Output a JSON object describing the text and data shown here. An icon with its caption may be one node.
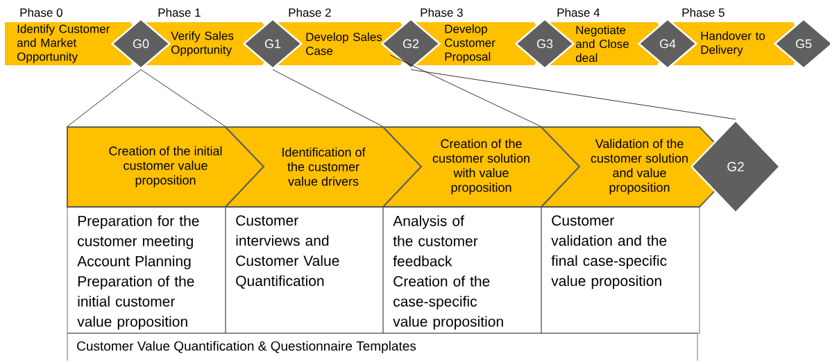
{
  "diagram": {
    "nodes": [
      {
        "text": [
          "Phase 0",
          "Identify Customer and Market Opportunity"
        ]
      },
      {
        "text": [
          "G0"
        ]
      },
      {
        "text": [
          "Phase 1",
          "Verify Sales Opportunity"
        ]
      },
      {
        "text": [
          "G1"
        ]
      },
      {
        "text": [
          "Phase 2",
          "Develop Sales Case"
        ]
      },
      {
        "text": [
          "G2"
        ]
      },
      {
        "text": [
          "Phase 3",
          "Develop Customer Proposal"
        ]
      },
      {
        "text": [
          "G3"
        ]
      },
      {
        "text": [
          "Phase 4",
          "Negotiate and Close deal"
        ]
      },
      {
        "text": [
          "G4"
        ]
      },
      {
        "text": [
          "Phase 5",
          "Handover to Delivery"
        ]
      },
      {
        "text": [
          "G5"
        ]
      },
      {
        "text": [
          "Creation of the initial customer value proposition"
        ]
      },
      {
        "text": [
          "Identification of the customer value drivers"
        ]
      },
      {
        "text": [
          "Creation of the customer solution with value proposition"
        ]
      },
      {
        "text": [
          "Validation of the customer solution and value proposition"
        ]
      },
      {
        "text": [
          "G2"
        ]
      },
      {
        "text": [
          "Preparation for the customer meeting",
          "Account Planning",
          "Preparation of the initial customer value proposition"
        ]
      },
      {
        "text": [
          "Customer interviews and Customer Value Quantification"
        ]
      },
      {
        "text": [
          "Analysis of the customer feedback",
          "Creation of the case-specific value proposition"
        ]
      },
      {
        "text": [
          "Customer validation and the final case-specific value proposition"
        ]
      },
      {
        "text": [
          "Customer Value Quantification & Questionnaire Templates"
        ]
      }
    ],
    "edges": [
      {
        "from": 1,
        "to": 12,
        "arrow": "none"
      },
      {
        "from": 1,
        "to": 13,
        "arrow": "none"
      },
      {
        "from": 3,
        "to": 14,
        "arrow": "none"
      },
      {
        "from": 4,
        "to": 15,
        "arrow": "none"
      },
      {
        "from": 5,
        "to": 16,
        "arrow": "none"
      }
    ]
  }
}
